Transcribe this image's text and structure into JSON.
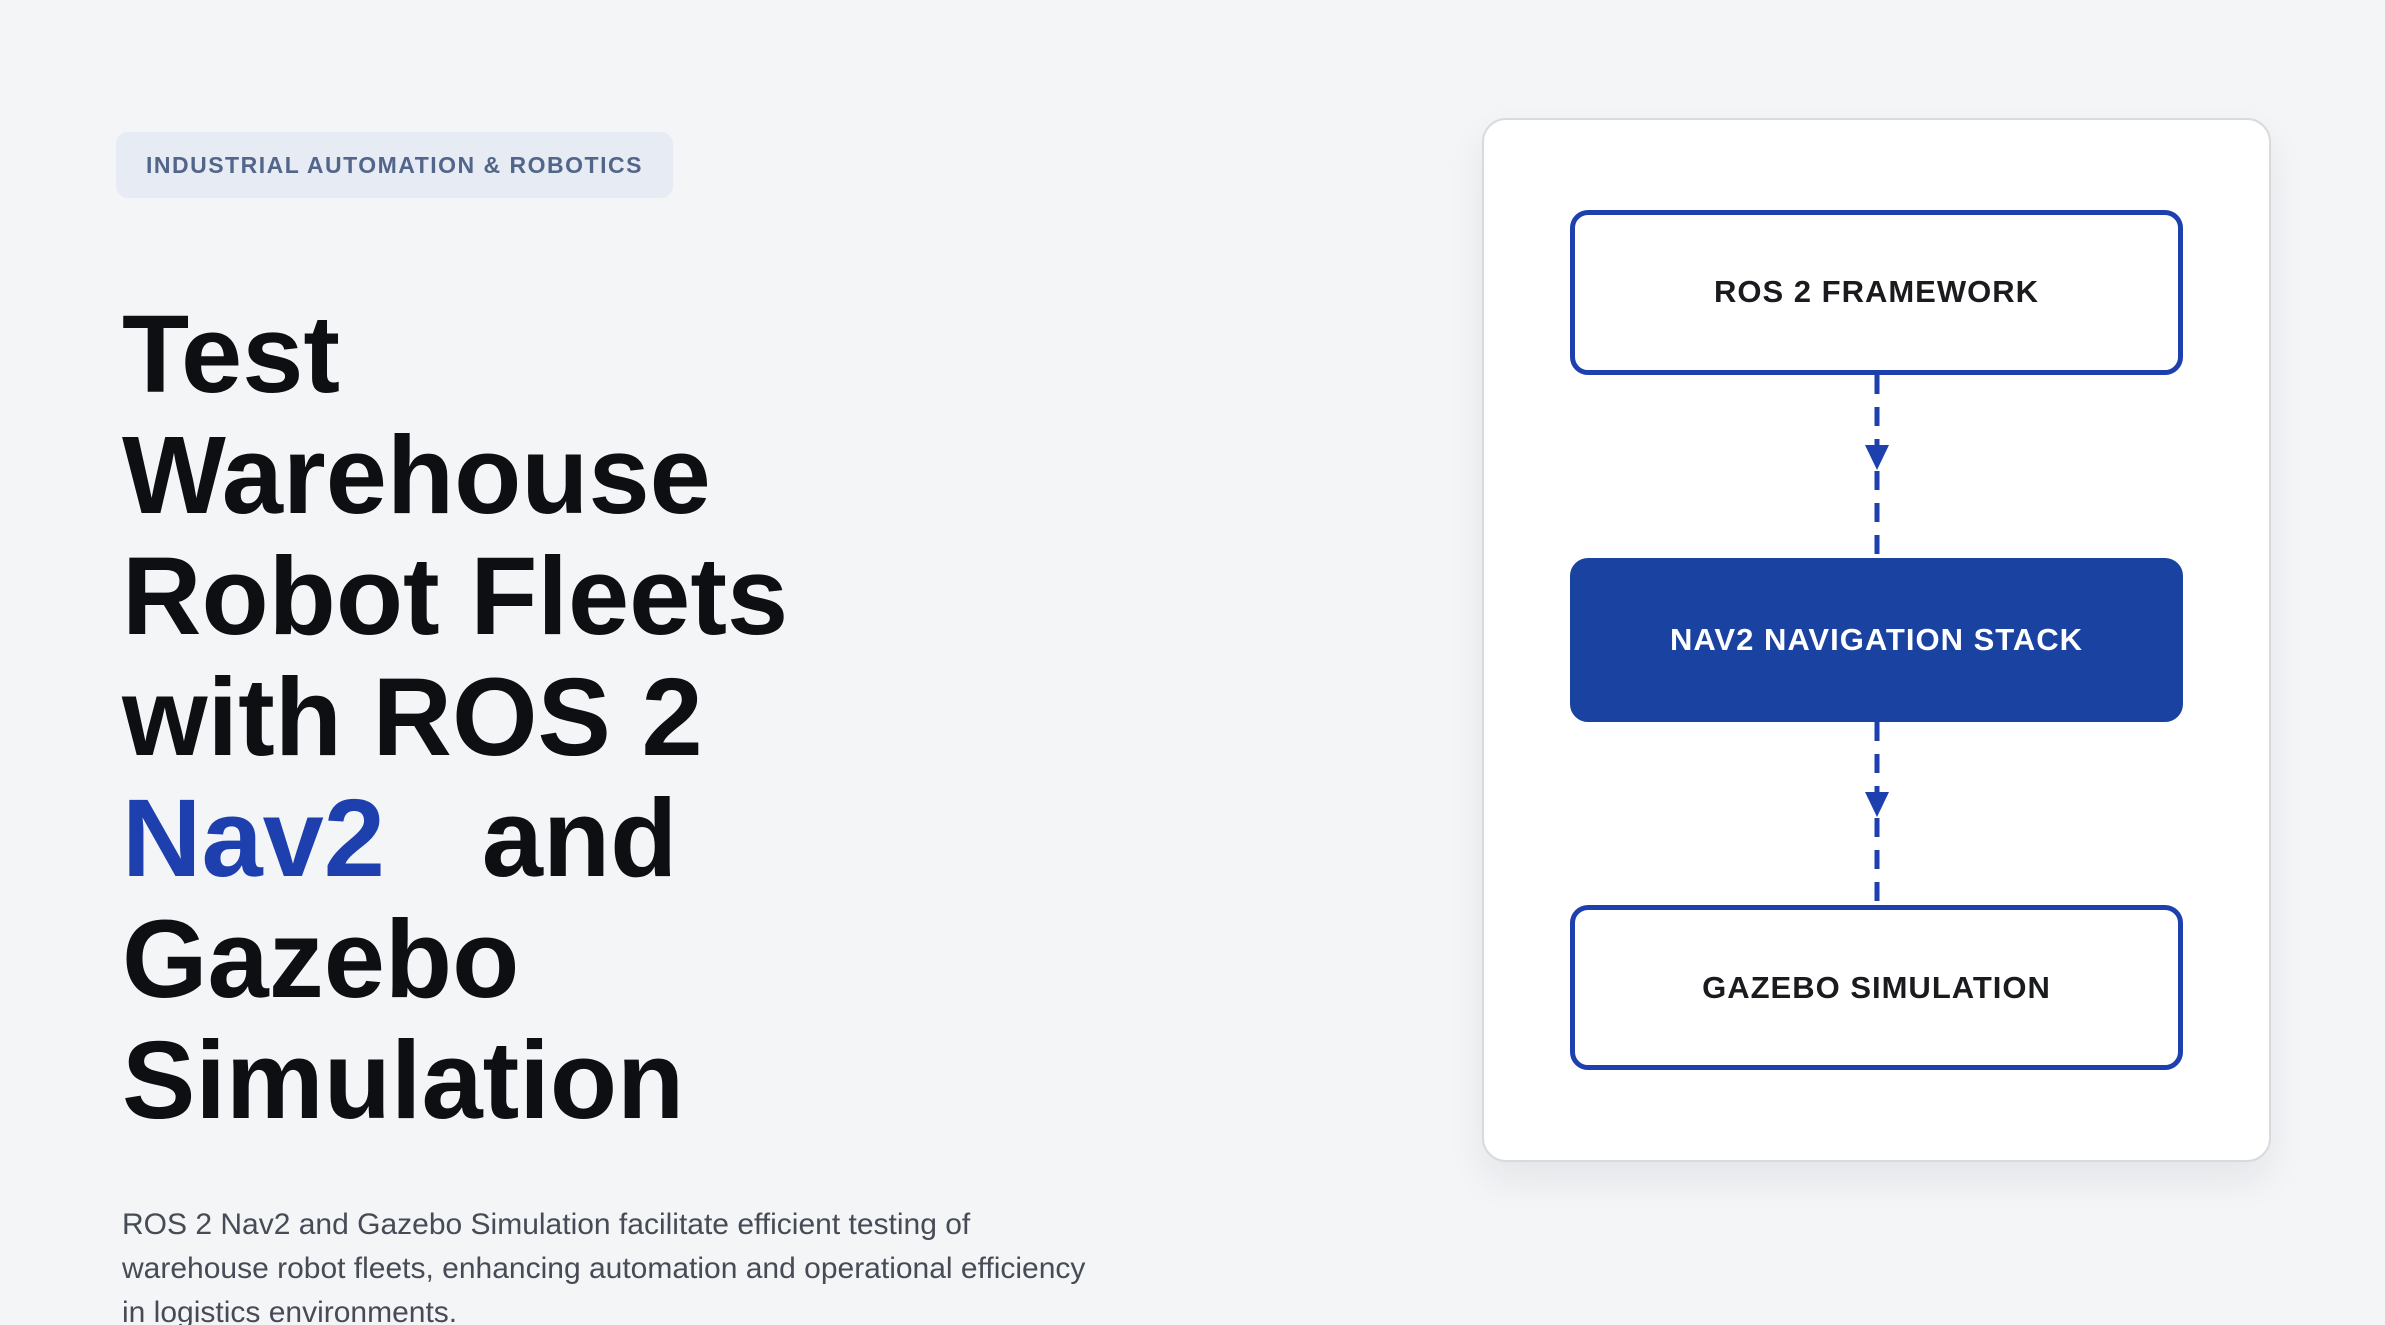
{
  "theme": {
    "accent": "#1e40af",
    "accent_fill": "#1a42a1",
    "page_bg": "#f4f5f7",
    "badge_bg": "#e7ebf3",
    "badge_text": "#52658a",
    "heading_color": "#0e0f12",
    "paragraph_color": "#464b56",
    "node_text": "#1a1b1f",
    "card_bg": "#ffffff",
    "card_border": "#d9dadd"
  },
  "badge": {
    "label": "INDUSTRIAL AUTOMATION & ROBOTICS"
  },
  "heading": {
    "pre": "Test Warehouse Robot Fleets with ROS 2 ",
    "highlight": "Nav2",
    "post": "and Gazebo Simulation"
  },
  "description": "ROS 2 Nav2 and Gazebo Simulation facilitate efficient testing of warehouse robot fleets, enhancing automation and operational efficiency in logistics environments.",
  "diagram": {
    "nodes": [
      {
        "label": "ROS 2 FRAMEWORK",
        "variant": "outline"
      },
      {
        "label": "NAV2 NAVIGATION STACK",
        "variant": "filled"
      },
      {
        "label": "GAZEBO SIMULATION",
        "variant": "outline"
      }
    ]
  }
}
